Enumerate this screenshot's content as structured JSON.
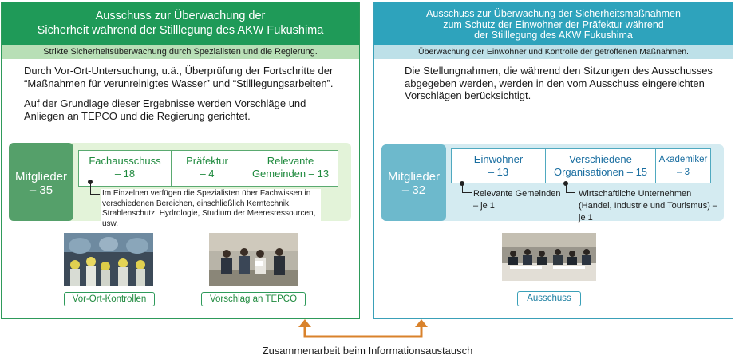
{
  "left": {
    "title_line1": "Ausschuss zur Überwachung der",
    "title_line2": "Sicherheit während der Stilllegung des AKW Fukushima",
    "subtitle": "Strikte Sicherheitsüberwachung durch Spezialisten und die Regierung.",
    "para1": "Durch Vor-Ort-Untersuchung, u.ä., Überprüfung der Fortschritte der “Maßnahmen für verunreinigtes Wasser” und “Stilllegungsarbeiten”.",
    "para2": "Auf der Grundlage dieser Ergebnisse werden Vorschläge und Anliegen an TEPCO und die Regierung gerichtet.",
    "members_label": "Mitglieder",
    "members_count": "– 35",
    "groups": [
      {
        "name": "Fachausschuss",
        "count": "– 18"
      },
      {
        "name": "Präfektur",
        "count": "– 4"
      },
      {
        "name": "Relevante",
        "count": "Gemeinden – 13"
      }
    ],
    "note": "Im Einzelnen verfügen die Spezialisten über Fachwissen in verschiedenen Bereichen, einschließlich Kerntechnik, Strahlenschutz, Hydrologie, Studium der Meeresressourcen, usw.",
    "photo1_caption": "Vor-Ort-Kontrollen",
    "photo2_caption": "Vorschlag an TEPCO"
  },
  "right": {
    "title_line1": "Ausschuss zur Überwachung der Sicherheitsmaßnahmen",
    "title_line2": "zum Schutz der Einwohner der Präfektur während",
    "title_line3": "der Stilllegung des AKW Fukushima",
    "subtitle": "Überwachung der Einwohner und Kontrolle der getroffenen Maßnahmen.",
    "para1": "Die Stellungnahmen, die während den Sitzungen des Ausschusses abgegeben werden, werden in den vom Ausschuss eingereichten Vorschlägen berücksichtigt.",
    "members_label": "Mitglieder",
    "members_count": "– 32",
    "groups": [
      {
        "name": "Einwohner",
        "count": "– 13"
      },
      {
        "name": "Verschiedene",
        "count": "Organisationen – 15"
      },
      {
        "name": "Akademiker",
        "count": "– 3"
      }
    ],
    "note1": "Relevante Gemeinden – je 1",
    "note2": "Wirtschaftliche Unternehmen (Handel, Industrie und Tourismus) – je 1",
    "photo_caption": "Ausschuss"
  },
  "footer": "Zusammenarbeit beim Informationsaustausch",
  "colors": {
    "left_accent": "#1f9a58",
    "right_accent": "#2ea3bc",
    "arrow": "#d9822b"
  }
}
